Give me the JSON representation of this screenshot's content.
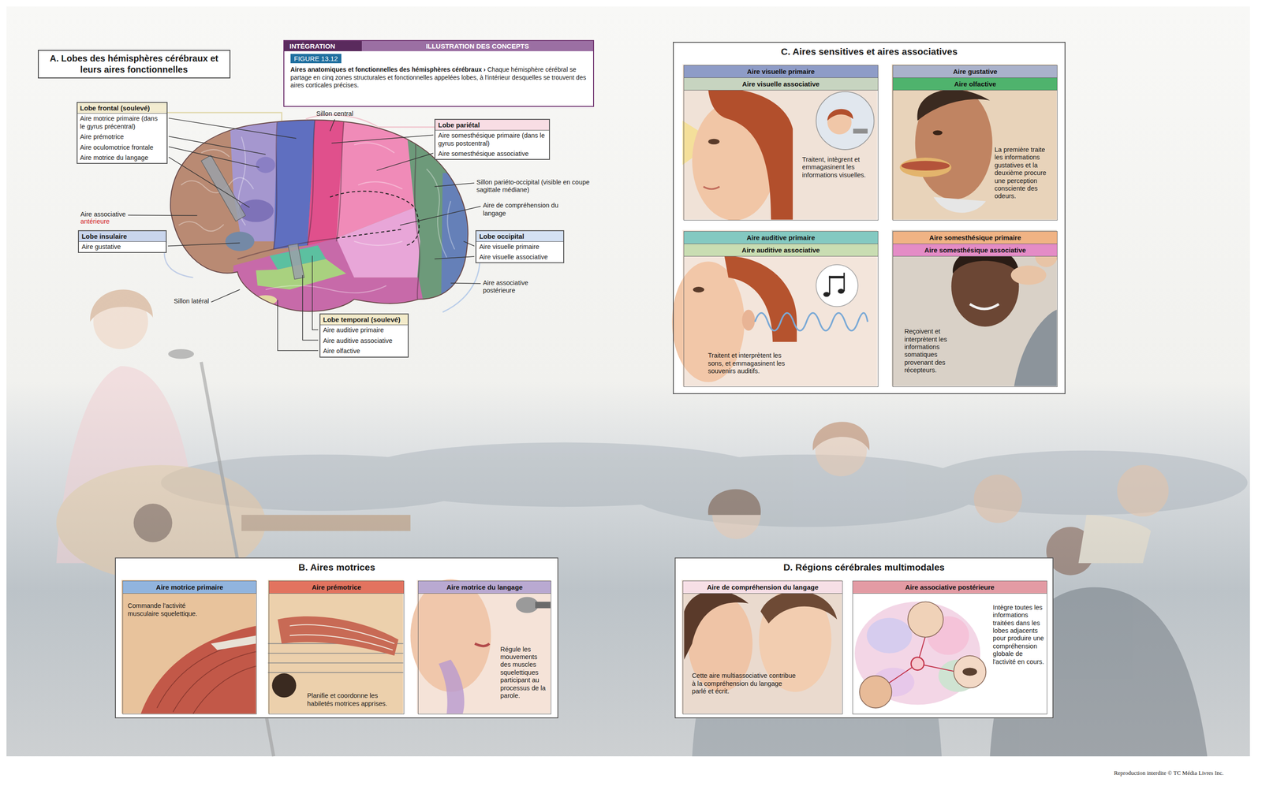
{
  "diagram": {
    "nodes": [
      {
        "text": [
          "A. Lobes des hémisphères cérébraux et leurs aires fonctionnelles"
        ]
      },
      {
        "text": [
          "INTÉGRATION",
          "ILLUSTRATION DES CONCEPTS",
          "FIGURE 13.12",
          "Aires anatomiques et fonctionnelles des hémisphères cérébraux ›",
          "Chaque hémisphère cérébral se partage en cinq zones structurales et fonctionnelles appelées lobes, à l'intérieur desquelles se trouvent des aires corticales précises."
        ]
      },
      {
        "text": [
          "Lobe frontal (soulevé)",
          "Aire motrice primaire (dans le gyrus précentral)",
          "Aire prémotrice",
          "Aire oculomotrice frontale",
          "Aire motrice du langage"
        ]
      },
      {
        "text": [
          "Lobe insulaire",
          "Aire gustative"
        ]
      },
      {
        "text": [
          "Lobe pariétal",
          "Aire somesthésique primaire (dans le gyrus postcentral)",
          "Aire somesthésique associative"
        ]
      },
      {
        "text": [
          "Lobe occipital",
          "Aire visuelle primaire",
          "Aire visuelle associative"
        ]
      },
      {
        "text": [
          "Lobe temporal (soulevé)",
          "Aire auditive primaire",
          "Aire auditive associative",
          "Aire olfactive"
        ]
      },
      {
        "text": [
          "C. Aires sensitives et aires associatives"
        ]
      },
      {
        "text": [
          "Aire visuelle primaire",
          "Aire visuelle associative",
          "Traitent, intègrent et emmagasinent les informations visuelles."
        ],
        "in": 7
      },
      {
        "text": [
          "Aire gustative",
          "Aire olfactive",
          "La première traite les informations gustatives et la deuxième procure une perception consciente des odeurs."
        ],
        "in": 7
      },
      {
        "text": [
          "Aire auditive primaire",
          "Aire auditive associative",
          "Traitent et interprètent les sons, et emmagasinent les souvenirs auditifs."
        ],
        "in": 7
      },
      {
        "text": [
          "Aire somesthésique primaire",
          "Aire somesthésique associative",
          "Reçoivent et interprètent les informations somatiques provenant des récepteurs."
        ],
        "in": 7
      },
      {
        "text": [
          "B. Aires motrices"
        ]
      },
      {
        "text": [
          "Aire motrice primaire",
          "Commande l'activité musculaire squelettique."
        ],
        "in": 12
      },
      {
        "text": [
          "Aire prémotrice",
          "Planifie et coordonne les habiletés motrices apprises."
        ],
        "in": 12
      },
      {
        "text": [
          "Aire motrice du langage",
          "Régule les mouvements des muscles squelettiques participant au processus de la parole."
        ],
        "in": 12
      },
      {
        "text": [
          "D. Régions cérébrales multimodales"
        ]
      },
      {
        "text": [
          "Aire de compréhension du langage",
          "Cette aire multiassociative contribue à la compréhension du langage parlé et écrit."
        ],
        "in": 16
      },
      {
        "text": [
          "Aire associative postérieure",
          "Intègre toutes les informations traitées dans les lobes adjacents pour produire une compréhension globale de l'activité en cours."
        ],
        "in": 16
      }
    ],
    "labels": [
      "Sillon central",
      "Sillon pariéto-occipital (visible en coupe sagittale médiane)",
      "Aire de compréhension du langage",
      "Aire associative postérieure",
      "Aire associative",
      "antérieure",
      "Sillon latéral",
      "Reproduction interdite © TC Média Livres Inc."
    ]
  }
}
